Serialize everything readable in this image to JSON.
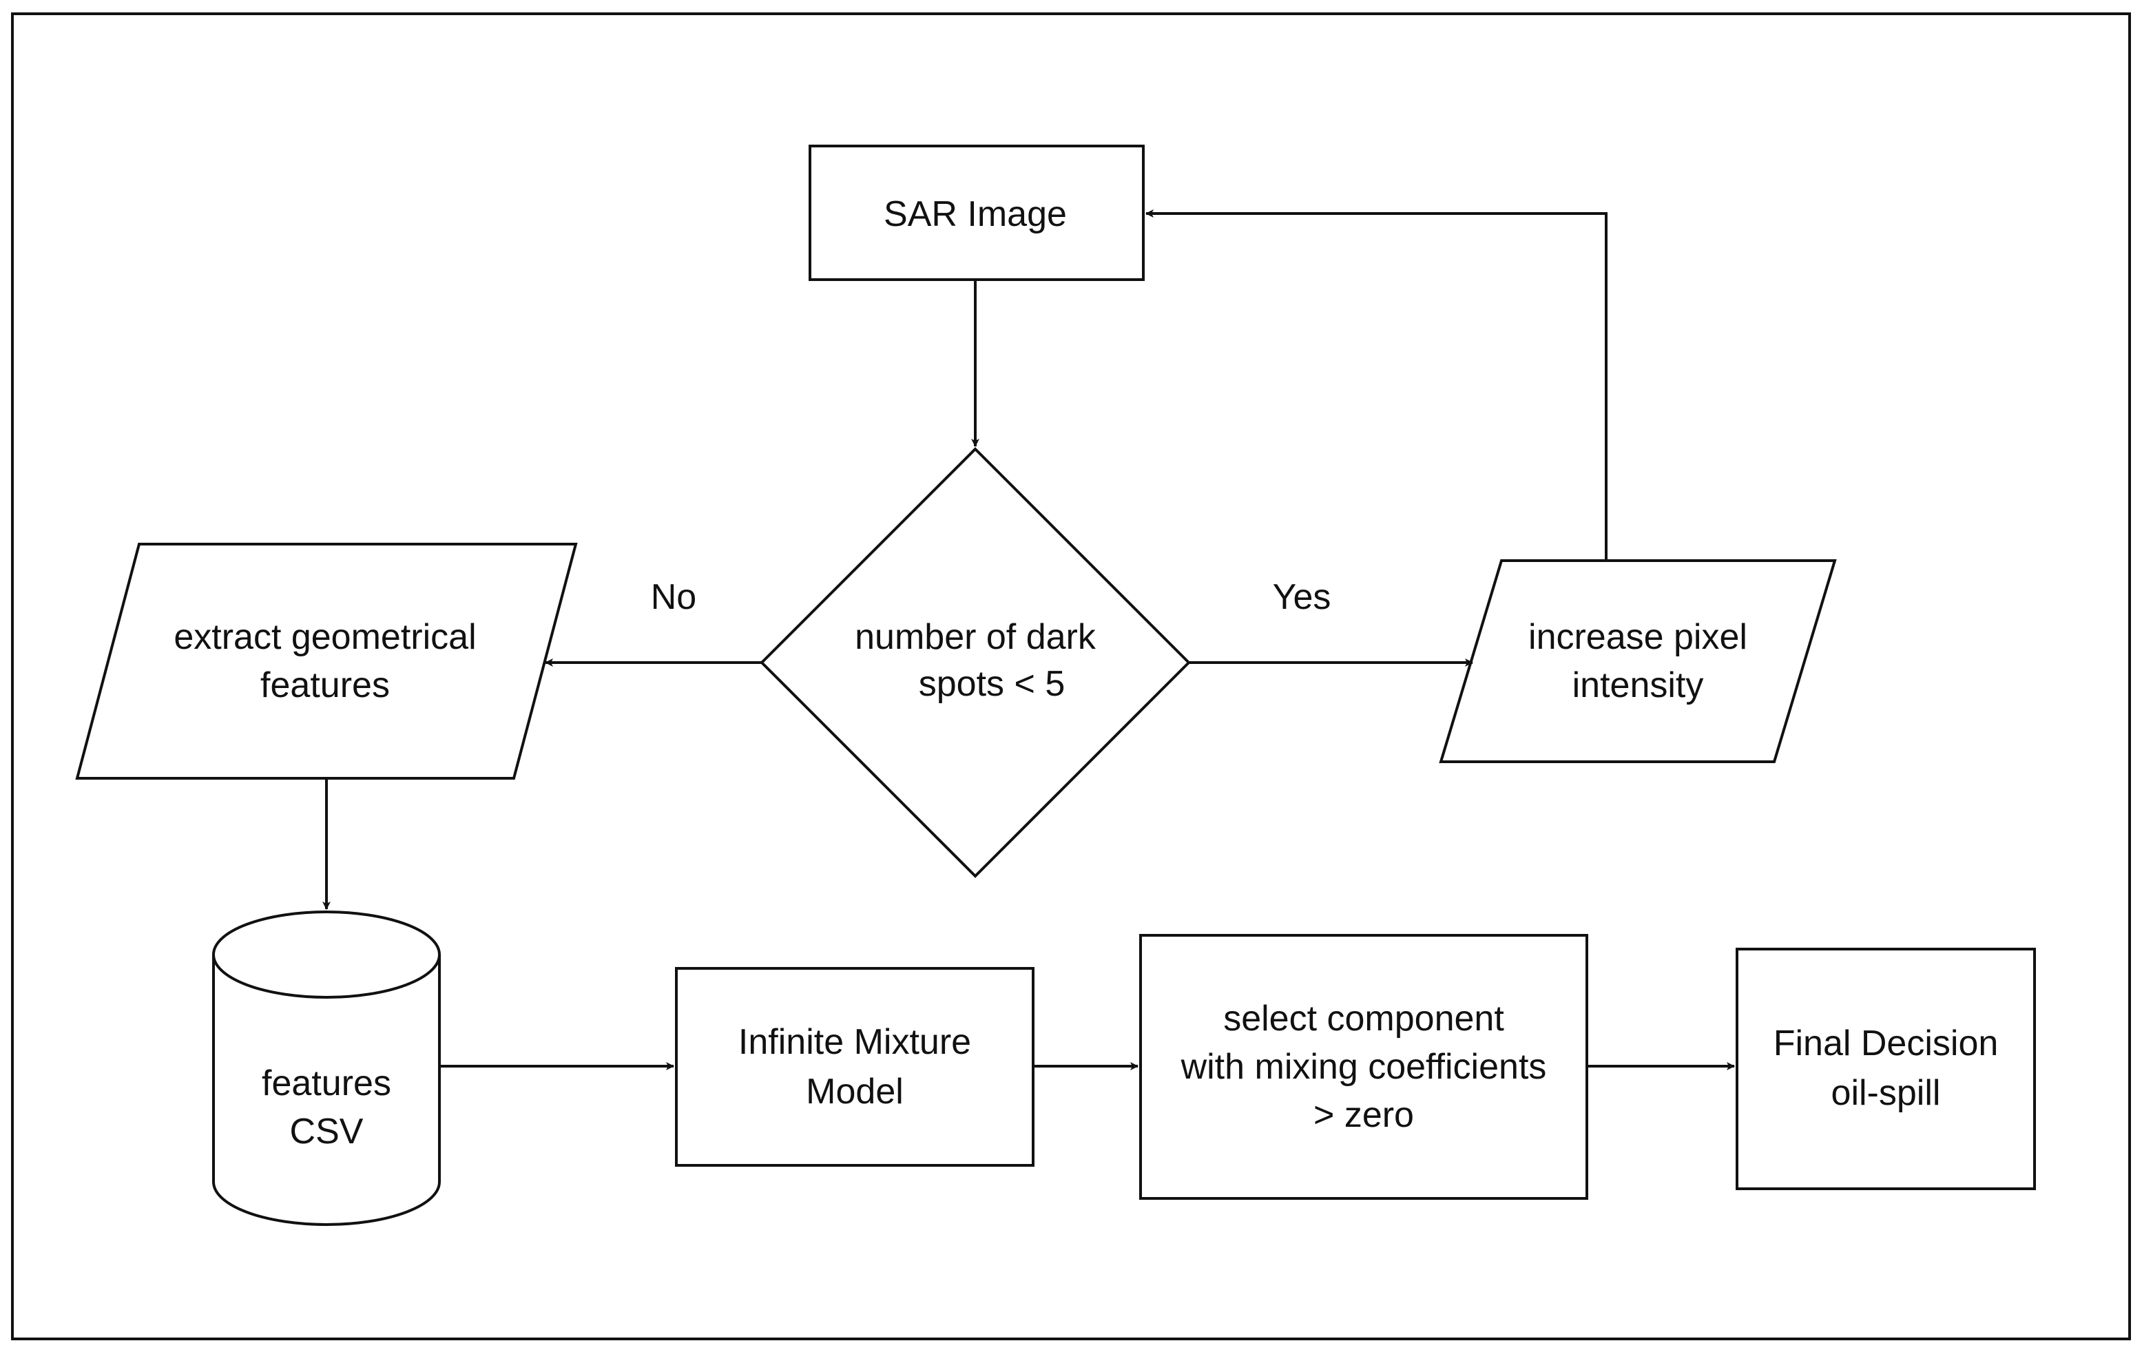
{
  "nodes": {
    "sar_image": {
      "lines": [
        "SAR Image"
      ]
    },
    "decision": {
      "lines": [
        "number of dark",
        "spots  < 5"
      ]
    },
    "extract": {
      "lines": [
        "extract geometrical",
        "features"
      ]
    },
    "increase": {
      "lines": [
        "increase pixel",
        "intensity"
      ]
    },
    "features_csv": {
      "lines": [
        "features",
        "CSV"
      ]
    },
    "imm": {
      "lines": [
        "Infinite Mixture",
        "Model"
      ]
    },
    "select": {
      "lines": [
        "select component",
        "with mixing coefficients",
        "> zero"
      ]
    },
    "final": {
      "lines": [
        "Final Decision",
        "oil-spill"
      ]
    }
  },
  "edge_labels": {
    "no": "No",
    "yes": "Yes"
  }
}
